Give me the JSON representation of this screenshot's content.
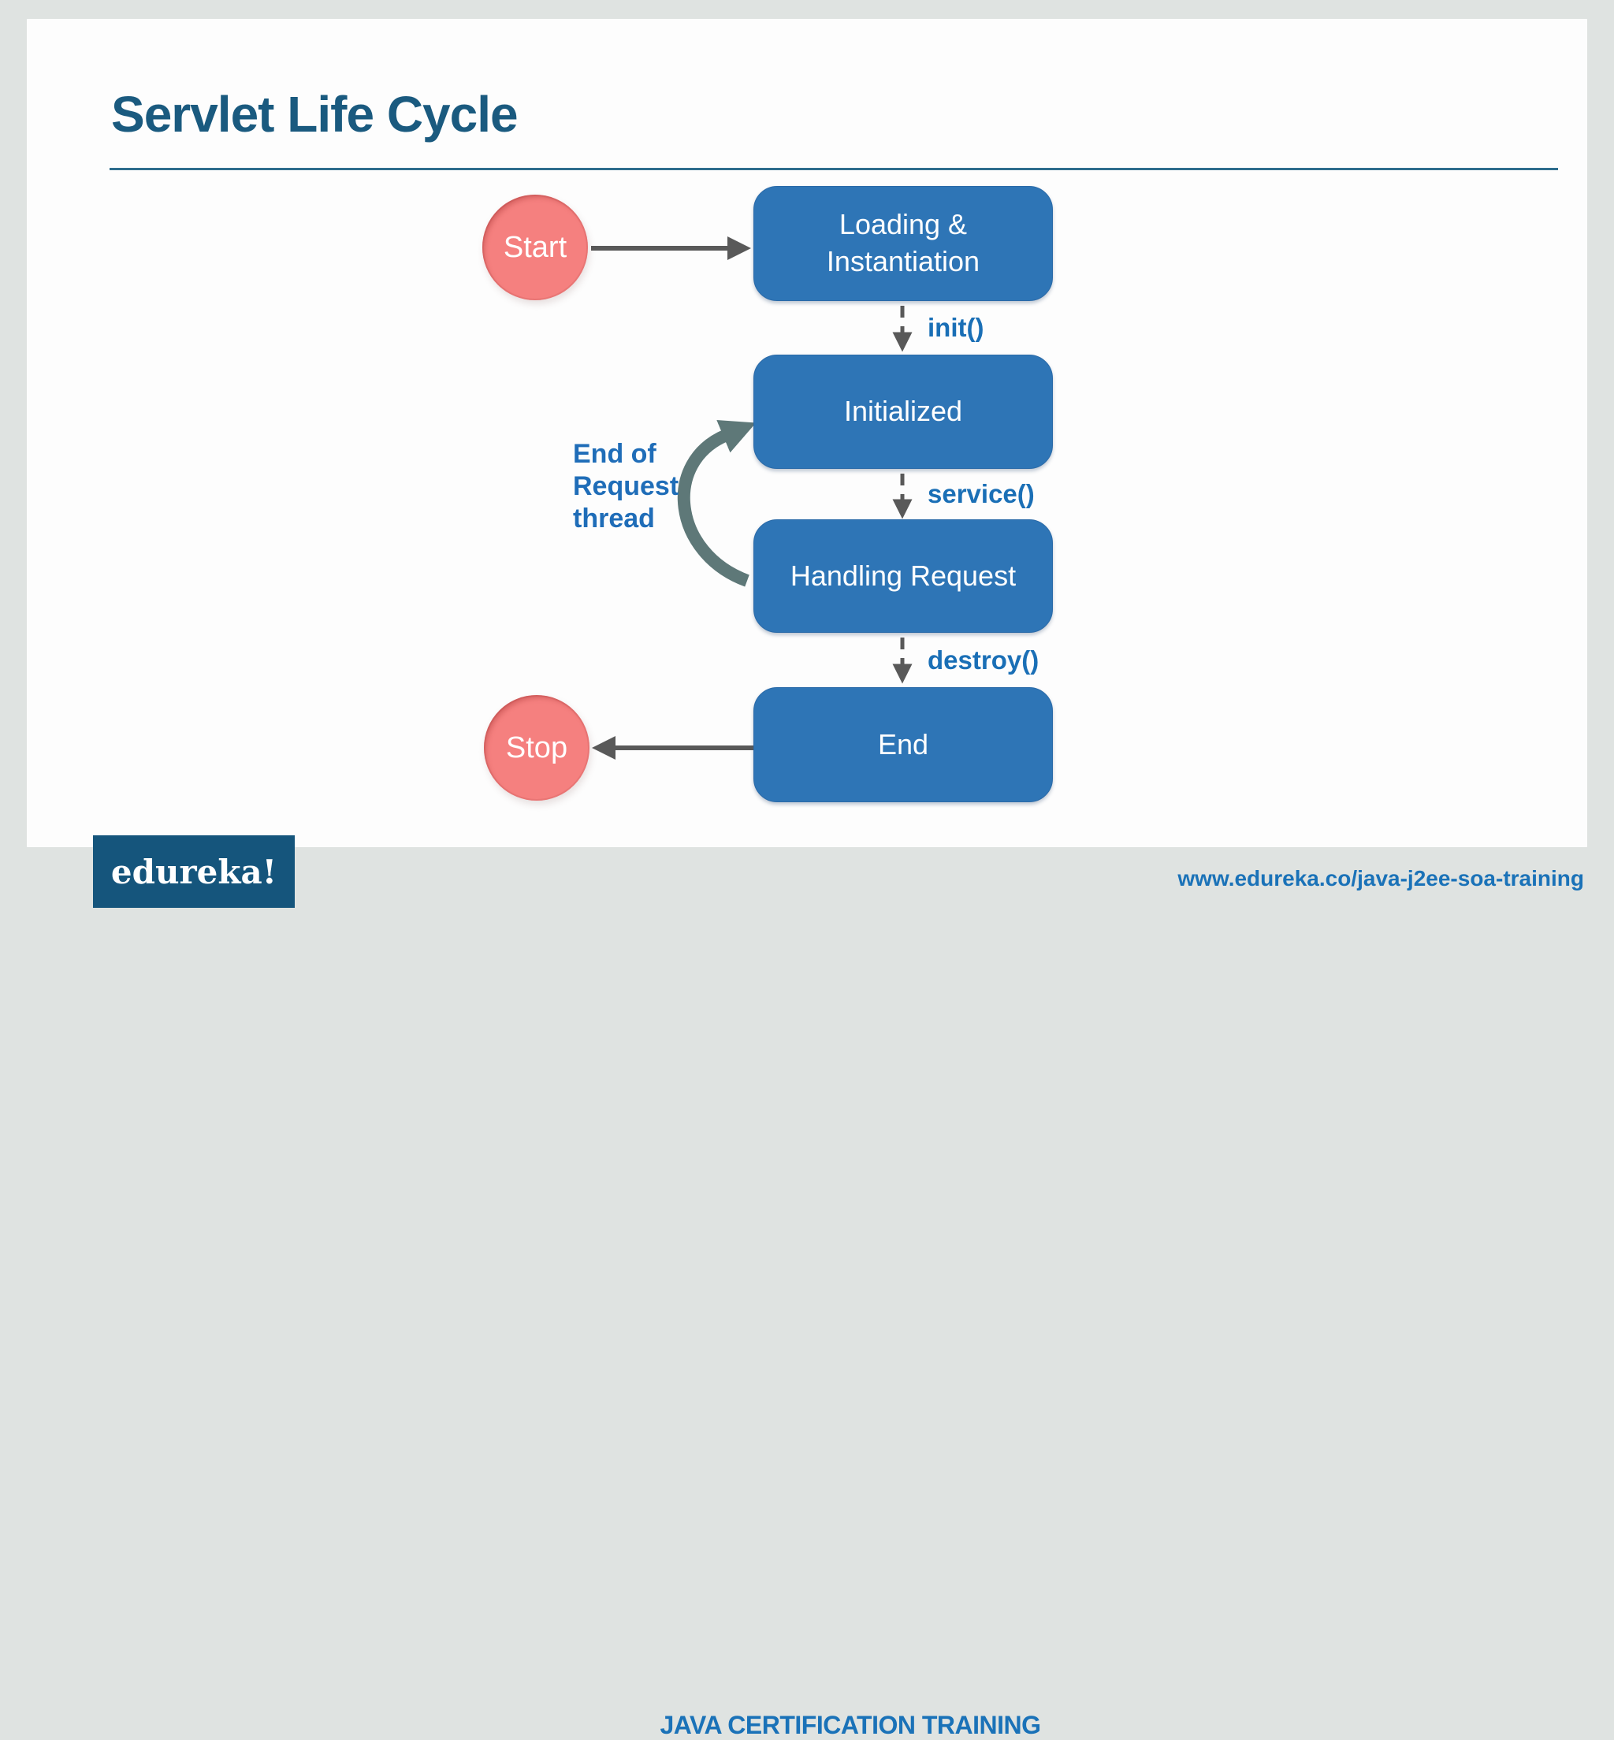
{
  "slide": {
    "title": "Servlet Life Cycle"
  },
  "diagram": {
    "start": {
      "label": "Start"
    },
    "stop": {
      "label": "Stop"
    },
    "states": [
      {
        "label": "Loading &\nInstantiation"
      },
      {
        "label": "Initialized"
      },
      {
        "label": "Handling Request"
      },
      {
        "label": "End"
      }
    ],
    "transitions": [
      {
        "label": "init()"
      },
      {
        "label": "service()"
      },
      {
        "label": "destroy()"
      }
    ],
    "loop": {
      "label": "End of\nRequest\nthread"
    }
  },
  "footer": {
    "logo": "edureka!",
    "course": "JAVA CERTIFICATION TRAINING",
    "link": "www.edureka.co/java-j2ee-soa-training"
  },
  "colors": {
    "background": "#dfe3e1",
    "slide_background": "#fdfdfd",
    "title": "#1a5a7f",
    "state_box": "#2e75b6",
    "terminal_circle": "#f5807f",
    "method_label": "#1a6fb6",
    "arrow": "#595959",
    "loop_arrow": "#5e7878",
    "logo_background": "#15557c",
    "footer_text": "#1a72b8"
  }
}
